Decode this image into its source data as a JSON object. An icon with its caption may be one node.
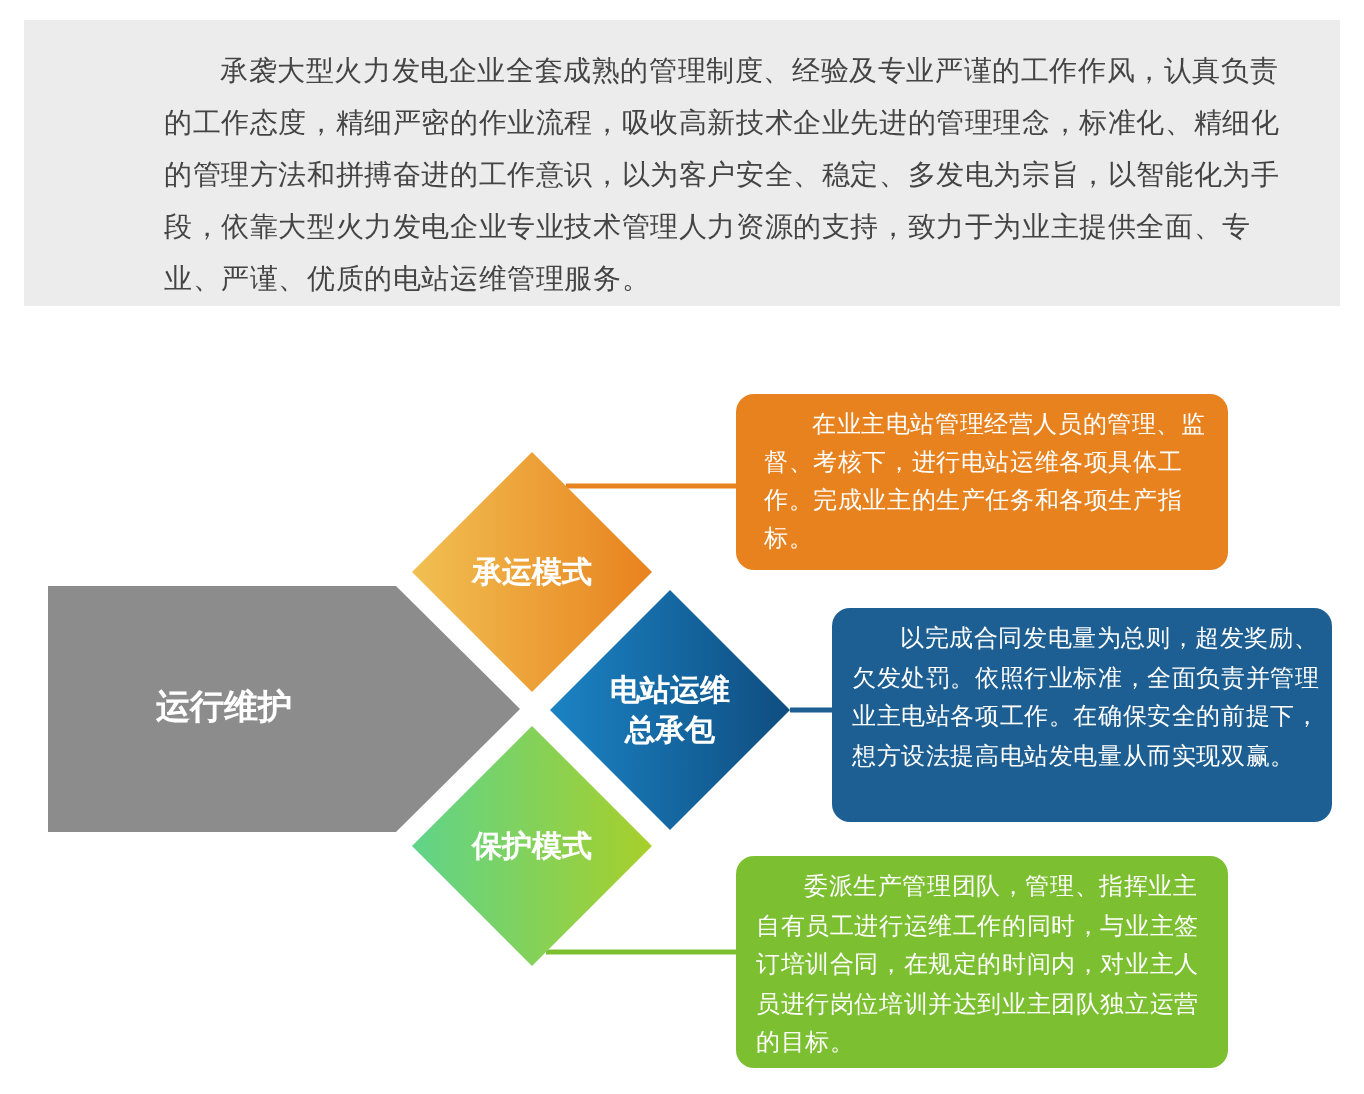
{
  "diagram": {
    "nodes": [
      {
        "text": [
          "承袭大型火力发电企业全套成熟的管理制度、经验及专业严谨的工作作风，认真负责的工作态度，精细严密的作业流程，吸收高新技术企业先进的管理理念，标准化、精细化的管理方法和拼搏奋进的工作意识，以为客户安全、稳定、多发电为宗旨，以智能化为手段，依靠大型火力发电企业专业技术管理人力资源的支持，致力于为业主提供全面、专业、严谨、优质的电站运维管理服务。"
        ]
      },
      {
        "text": [
          "运行维护"
        ]
      },
      {
        "text": [
          "承运模式"
        ]
      },
      {
        "text": [
          "电站运维总承包"
        ]
      },
      {
        "text": [
          "保护模式"
        ]
      },
      {
        "text": [
          "在业主电站管理经营人员的管理、监督、考核下，进行电站运维各项具体工作。完成业主的生产任务和各项生产指标。"
        ]
      },
      {
        "text": [
          "以完成合同发电量为总则，超发奖励、欠发处罚。依照行业标准，全面负责并管理业主电站各项工作。在确保安全的前提下，想方设法提高电站发电量从而实现双赢。"
        ]
      },
      {
        "text": [
          "委派生产管理团队，管理、指挥业主自有员工进行运维工作的同时，与业主签订培训合同，在规定的时间内，对业主人员进行岗位培训并达到业主团队独立运营的目标。"
        ]
      }
    ],
    "edges": [
      {
        "from": 2,
        "to": 5,
        "arrow": "none",
        "color": "#e8821e"
      },
      {
        "from": 3,
        "to": 6,
        "arrow": "none",
        "color": "#1d5f92"
      },
      {
        "from": 4,
        "to": 7,
        "arrow": "none",
        "color": "#7cc031"
      }
    ]
  }
}
